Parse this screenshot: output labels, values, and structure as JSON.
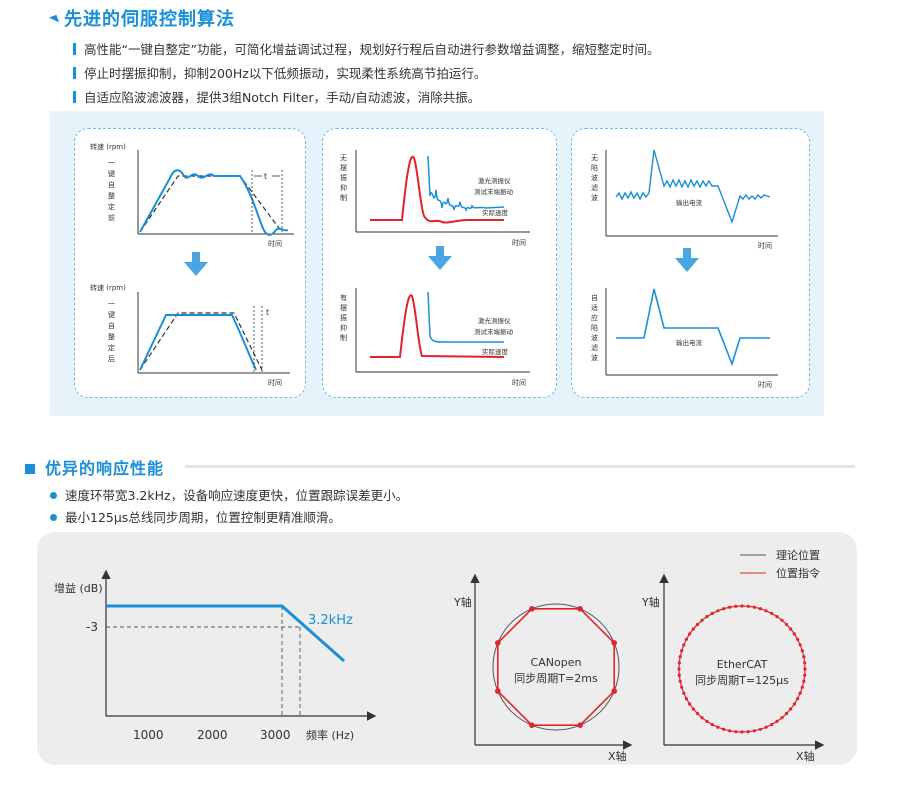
{
  "section1": {
    "title": "先进的伺服控制算法",
    "bullets": [
      "高性能“一键自整定”功能，可简化增益调试过程，规划好行程后自动进行参数增益调整，缩短整定时间。",
      "停止时摆振抑制，抑制200Hz以下低频振动，实现柔性系统高节拍运行。",
      "自适应陷波滤波器，提供3组Notch Filter，手动/自动滤波，消除共振。"
    ],
    "card1": {
      "top_ylabel": "转速 (rpm)",
      "top_side_label": "一键自整定前",
      "bottom_ylabel": "转速 (rpm)",
      "bottom_side_label": "一键自整定后",
      "t_label": "t",
      "xlabel": "时间"
    },
    "card2": {
      "top_ylabel": "无摆振抑制",
      "bottom_ylabel": "有摆振抑制",
      "legend_laser": "激光测振仪",
      "legend_laser2": "测试末端振动",
      "legend_speed": "实际速度",
      "xlabel": "时间"
    },
    "card3": {
      "top_ylabel": "无陷波滤波",
      "bottom_ylabel": "自适应陷波滤波",
      "curve_label": "输出电流",
      "xlabel": "时间"
    }
  },
  "section2": {
    "title": "优异的响应性能",
    "bullets": [
      "速度环带宽3.2kHz，设备响应速度更快，位置跟踪误差更小。",
      "最小125μs总线同步周期，位置控制更精准顺滑。"
    ],
    "bode": {
      "ylabel": "增益 (dB)",
      "y_mark": "-3",
      "xlabel": "频率 (Hz)",
      "ticks": [
        "1000",
        "2000",
        "3000"
      ],
      "annotation": "3.2kHz"
    },
    "legend": {
      "theory": "理论位置",
      "command": "位置指令"
    },
    "canopen": {
      "ylabel": "Y轴",
      "xlabel": "X轴",
      "name": "CANopen",
      "period": "同步周期T=2ms"
    },
    "ethercat": {
      "ylabel": "Y轴",
      "xlabel": "X轴",
      "name": "EtherCAT",
      "period": "同步周期T=125μs"
    },
    "colors": {
      "blue": "#1a8fd8",
      "red": "#e0242b",
      "grey": "#555555"
    }
  }
}
